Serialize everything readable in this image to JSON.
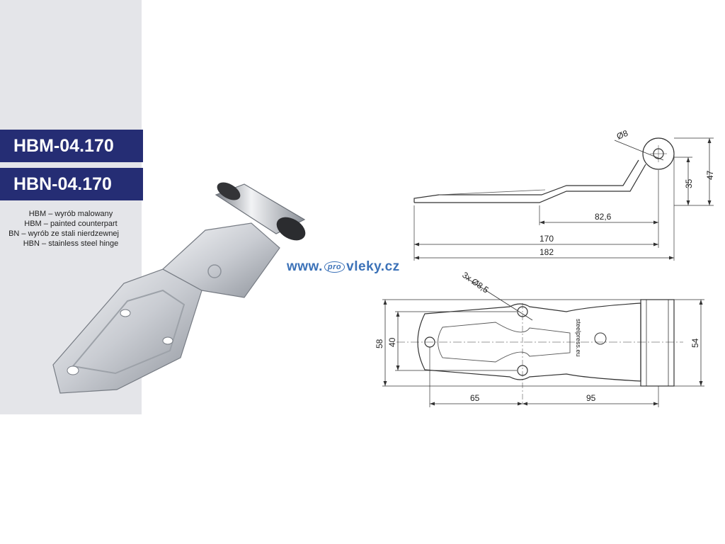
{
  "product_codes": [
    "HBM-04.170",
    "HBN-04.170"
  ],
  "descriptions": [
    "HBM – wyrób malowany",
    "HBM – painted counterpart",
    "BN – wyrób ze stali nierdzewnej",
    "HBN – stainless steel hinge"
  ],
  "website": {
    "prefix": "www.",
    "badge": "pro",
    "suffix": "vleky.cz"
  },
  "part_marking": "steelpress.eu",
  "side_view": {
    "pin_diameter": "Ø8",
    "height_35": "35",
    "height_47": "47",
    "length_82_6": "82,6",
    "length_170": "170",
    "length_182": "182"
  },
  "top_view": {
    "holes": "3x Ø8,5",
    "width_58": "58",
    "width_40": "40",
    "width_54": "54",
    "spacing_65": "65",
    "spacing_95": "95"
  },
  "colors": {
    "banner": "#252d74",
    "panel": "#e4e5e9",
    "url": "#3c72b8"
  }
}
